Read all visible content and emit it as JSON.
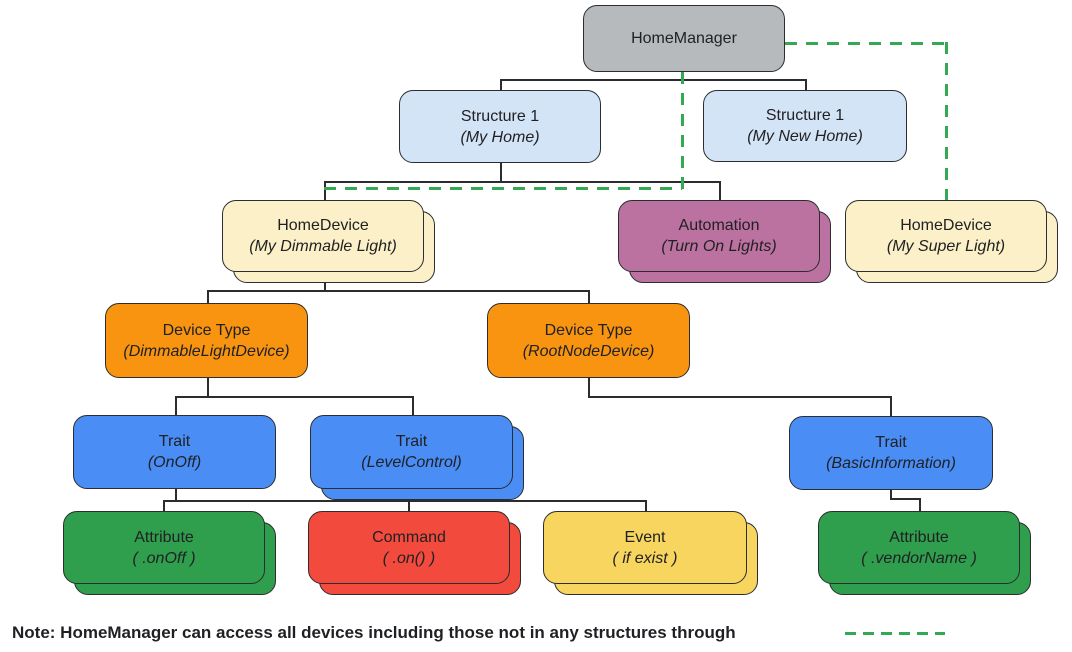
{
  "diagram": {
    "nodes": [
      {
        "title": "HomeManager",
        "subtitle": ""
      },
      {
        "title": "Structure 1",
        "subtitle": "(My Home)"
      },
      {
        "title": "Structure 1",
        "subtitle": "(My New Home)"
      },
      {
        "title": "HomeDevice",
        "subtitle": "(My Dimmable Light)"
      },
      {
        "title": "Automation",
        "subtitle": "(Turn On Lights)"
      },
      {
        "title": "HomeDevice",
        "subtitle": "(My Super Light)"
      },
      {
        "title": "Device Type",
        "subtitle": "(DimmableLightDevice)"
      },
      {
        "title": "Device Type",
        "subtitle": "(RootNodeDevice)"
      },
      {
        "title": "Trait",
        "subtitle": "(OnOff)"
      },
      {
        "title": "Trait",
        "subtitle": "(LevelControl)"
      },
      {
        "title": "Trait",
        "subtitle": "(BasicInformation)"
      },
      {
        "title": "Attribute",
        "subtitle": "( .onOff )"
      },
      {
        "title": "Command",
        "subtitle": "( .on() )"
      },
      {
        "title": "Event",
        "subtitle": "( if exist )"
      },
      {
        "title": "Attribute",
        "subtitle": "( .vendorName )"
      }
    ],
    "note": {
      "text": "Note: HomeManager can access all devices including those not in any structures through"
    },
    "colors": {
      "gray": "#B6BABD",
      "light_blue": "#D4E4F7",
      "cream": "#FBF0C7",
      "mauve": "#BC72A1",
      "orange": "#F8940F",
      "blue": "#4A8DF5",
      "green": "#2F9E4D",
      "red": "#F24A3C",
      "yellow": "#F8D55E",
      "dashed_link_green": "#34A853",
      "connector": "#2A2C2E"
    }
  }
}
